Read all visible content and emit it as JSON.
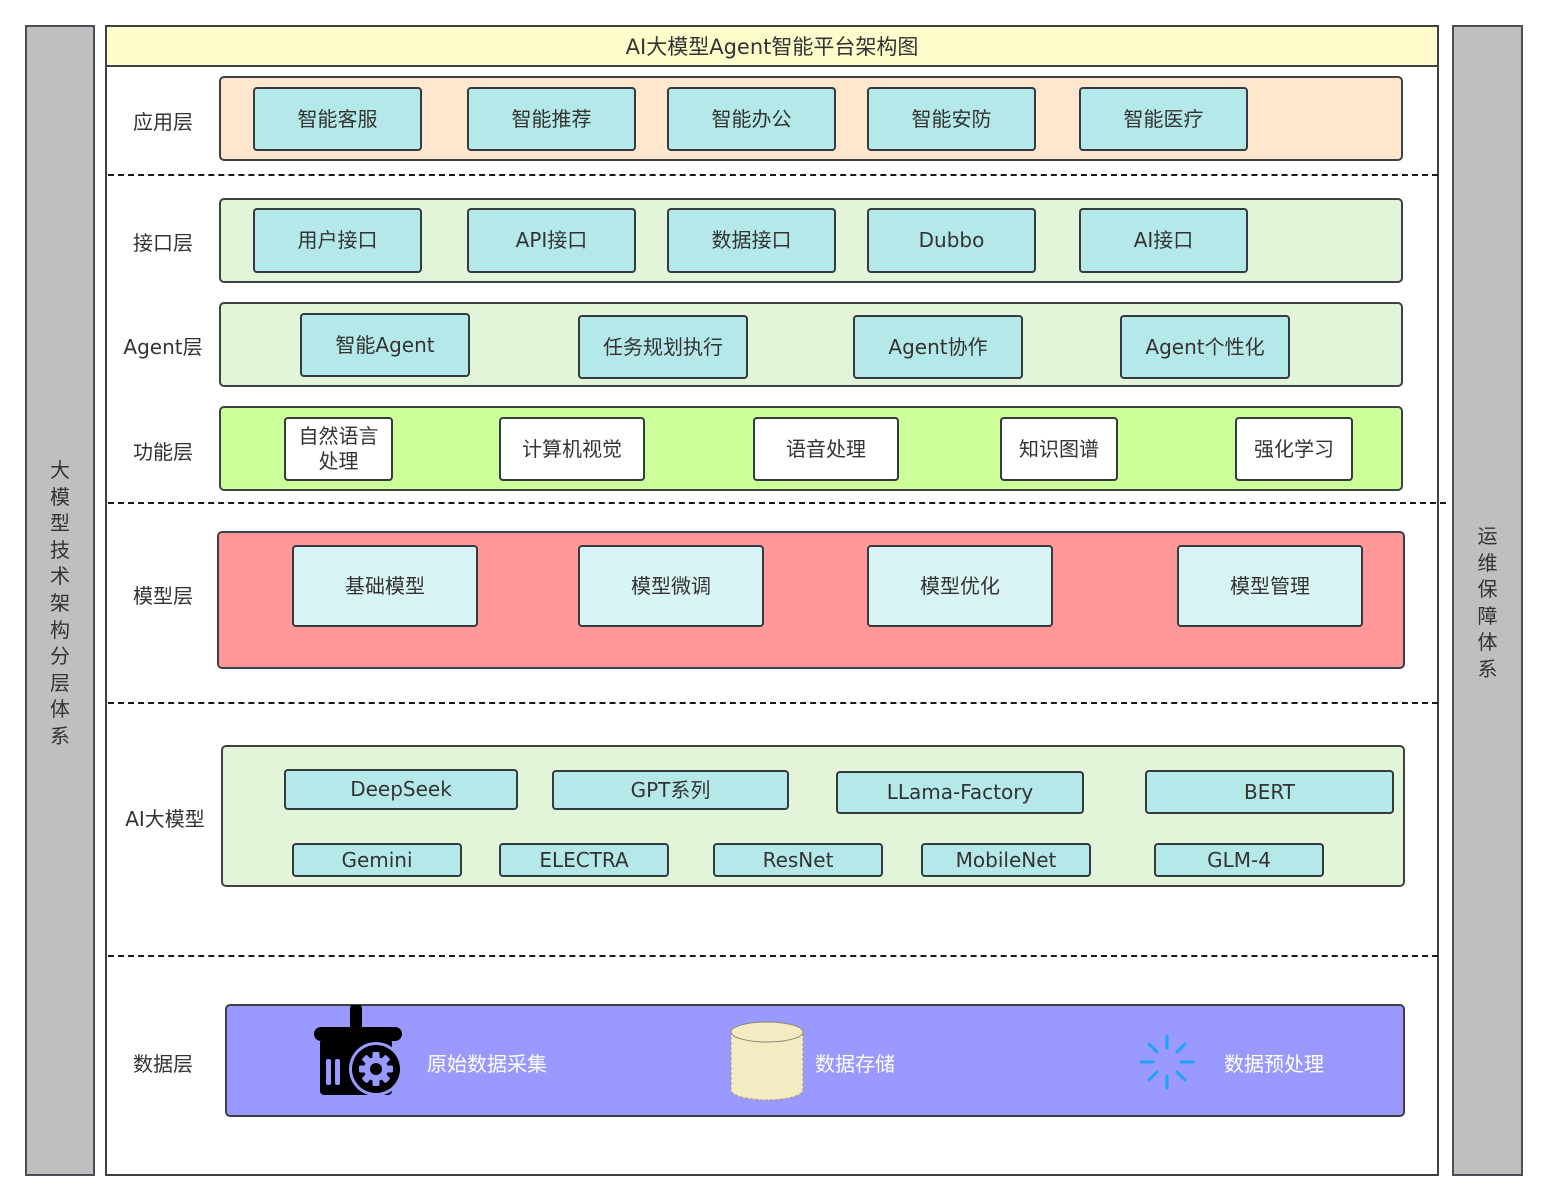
{
  "title": "AI大模型Agent智能平台架构图",
  "left_side": {
    "label": "大模型技术架构分层体系"
  },
  "right_side": {
    "label": "运维保障体系"
  },
  "colors": {
    "title_bg": "#fffccc",
    "side_bar": "#bfbfbf",
    "application_layer": "#ffe6cc",
    "interface_layer": "#e3f5d9",
    "agent_layer": "#e3f5d9",
    "function_layer": "#ccff99",
    "model_layer": "#ff9999",
    "ai_models_layer": "#e3f5d9",
    "data_layer": "#9999ff",
    "module_box": "#b4e8e9",
    "model_box": "#d9f4f4",
    "function_box": "#ffffff",
    "storage_icon": "#f5ebc2",
    "loading_icon": "#1aa3ff"
  },
  "layers": {
    "application": {
      "label": "应用层",
      "items": [
        "智能客服",
        "智能推荐",
        "智能办公",
        "智能安防",
        "智能医疗"
      ]
    },
    "interface": {
      "label": "接口层",
      "items": [
        "用户接口",
        "API接口",
        "数据接口",
        "Dubbo",
        "AI接口"
      ]
    },
    "agent": {
      "label": "Agent层",
      "items": [
        "智能Agent",
        "任务规划执行",
        "Agent协作",
        "Agent个性化"
      ]
    },
    "function": {
      "label": "功能层",
      "items": [
        "自然语言\n处理",
        "计算机视觉",
        "语音处理",
        "知识图谱",
        "强化学习"
      ]
    },
    "model": {
      "label": "模型层",
      "items": [
        "基础模型",
        "模型微调",
        "模型优化",
        "模型管理"
      ]
    },
    "ai_models": {
      "label": "AI大模型",
      "row1": [
        "DeepSeek",
        "GPT系列",
        "LLama-Factory",
        "BERT"
      ],
      "row2": [
        "Gemini",
        "ELECTRA",
        "ResNet",
        "MobileNet",
        "GLM-4"
      ]
    },
    "data": {
      "label": "数据层",
      "items": [
        {
          "icon": "data-collection-icon",
          "label": "原始数据采集"
        },
        {
          "icon": "database-cylinder-icon",
          "label": "数据存储"
        },
        {
          "icon": "loading-spinner-icon",
          "label": "数据预处理"
        }
      ]
    }
  }
}
